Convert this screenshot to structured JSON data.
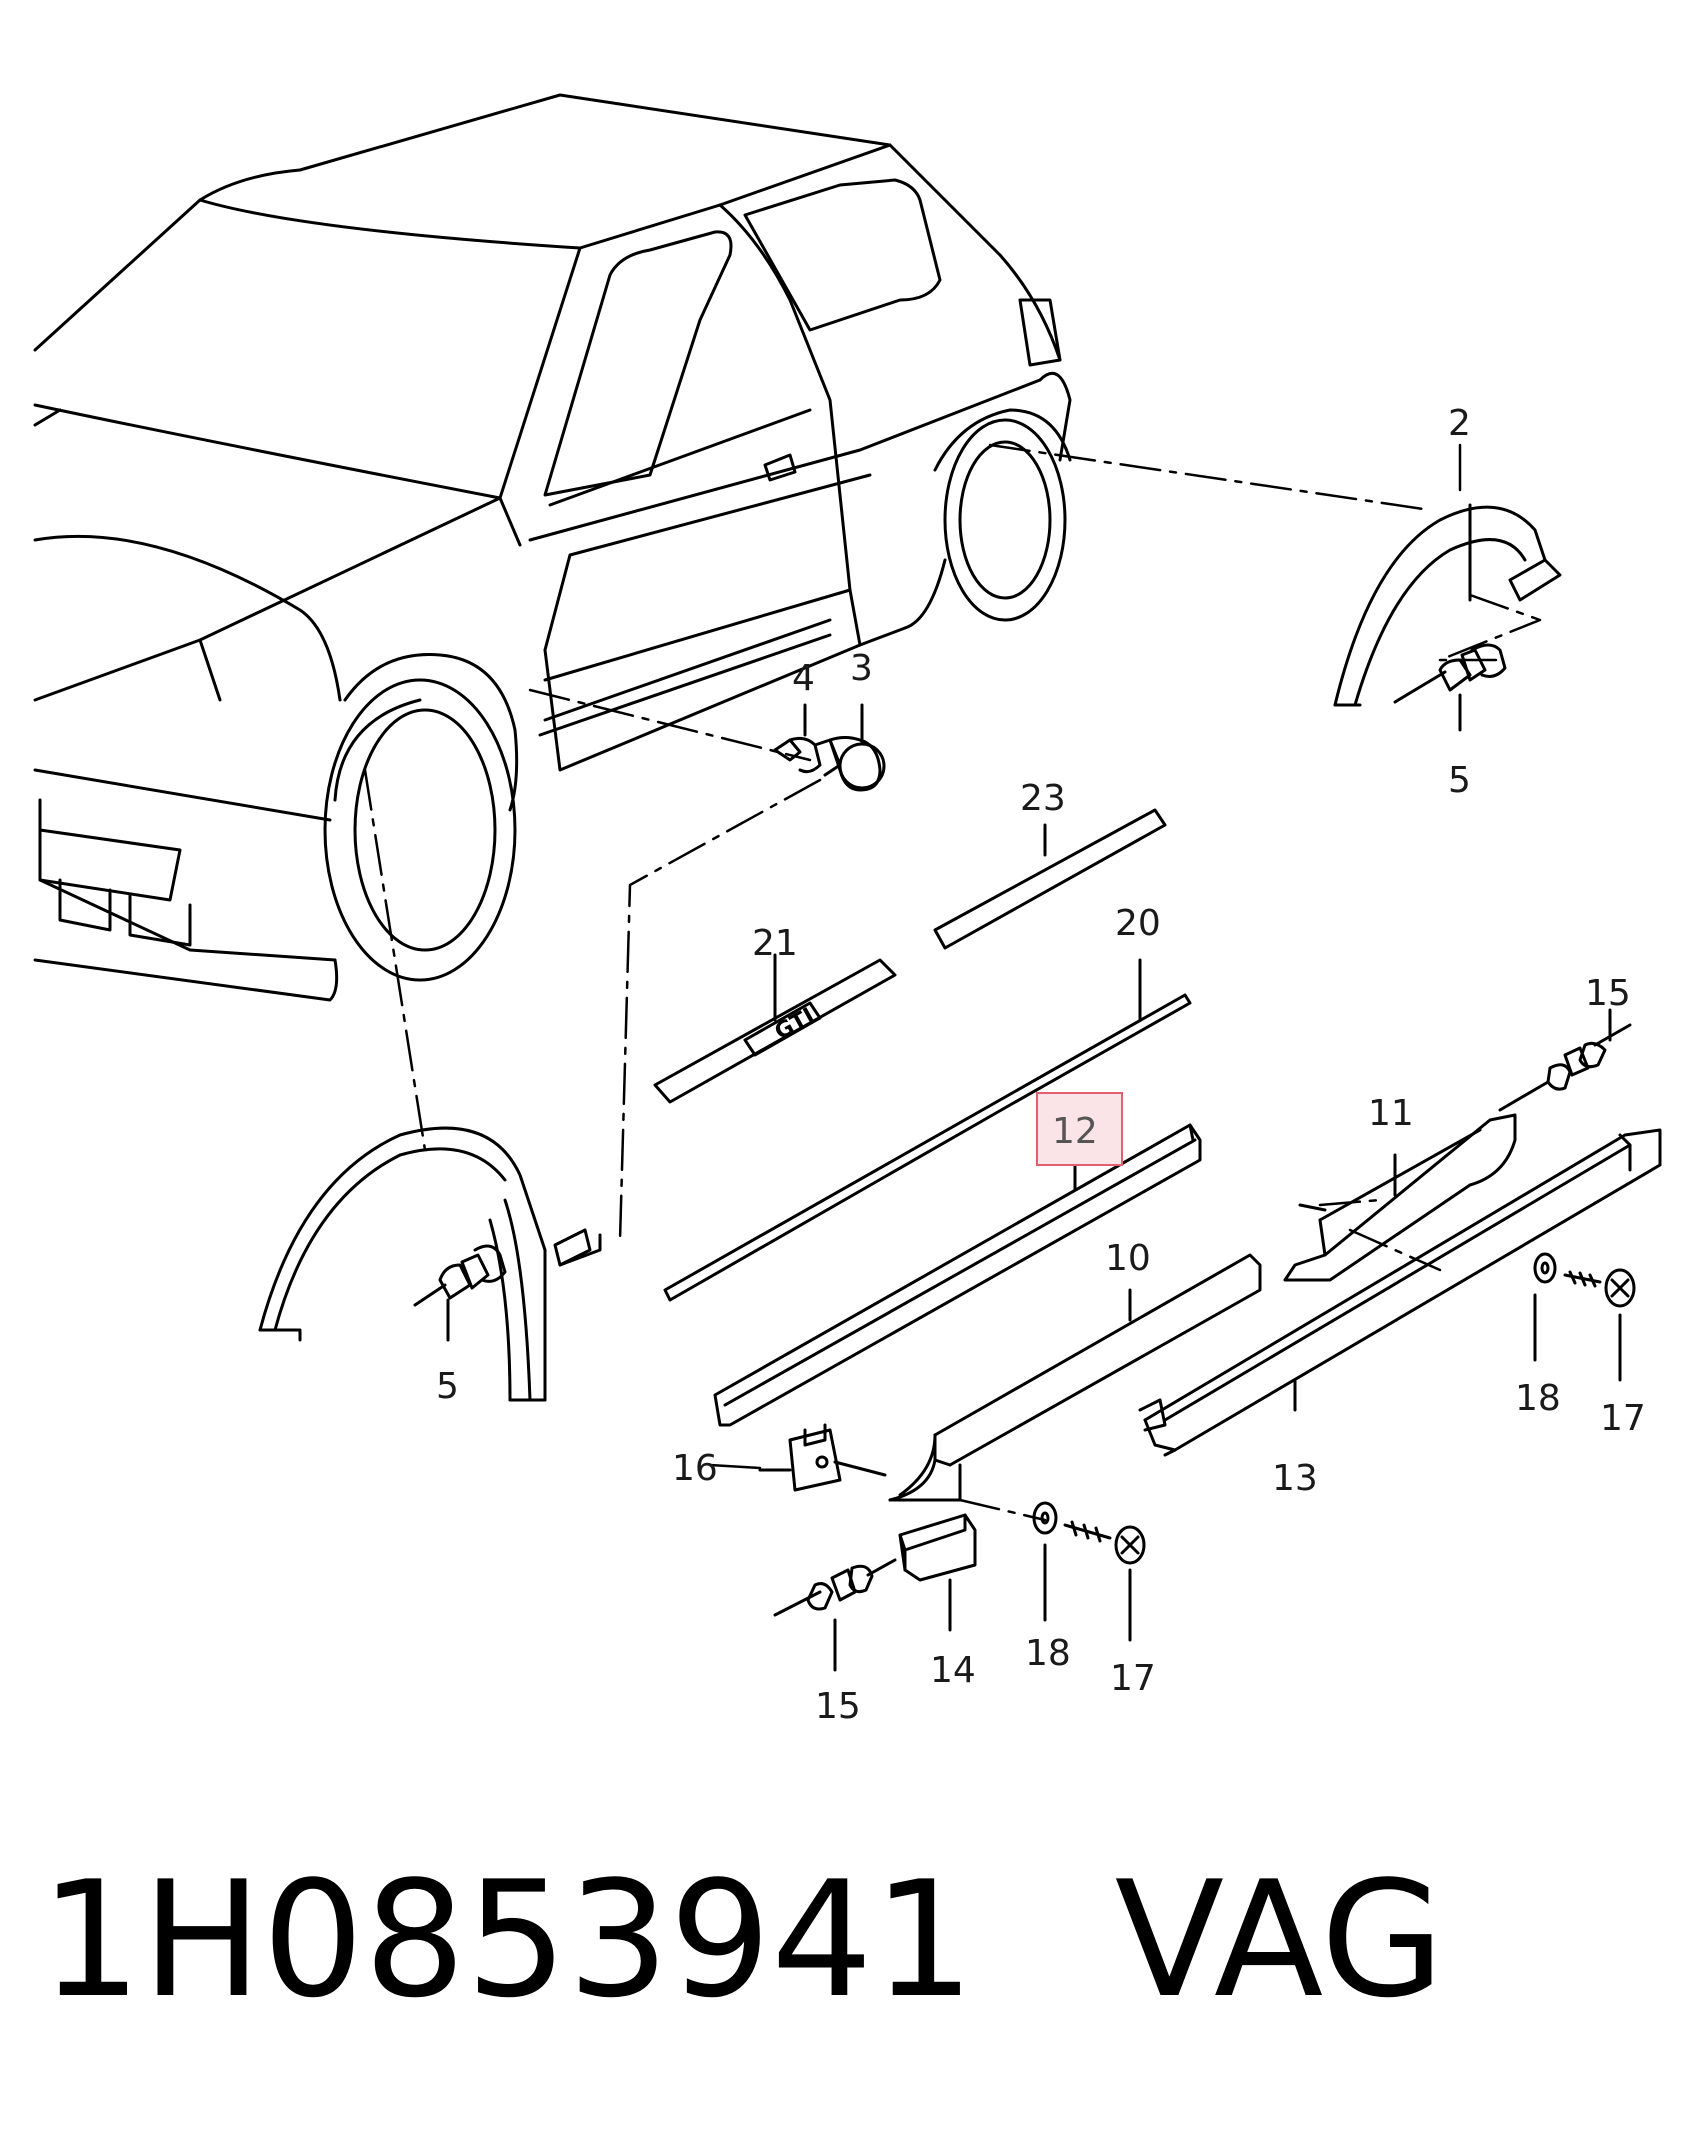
{
  "callouts": [
    {
      "id": "c2",
      "label": "2"
    },
    {
      "id": "c3",
      "label": "3"
    },
    {
      "id": "c4",
      "label": "4"
    },
    {
      "id": "c5a",
      "label": "5"
    },
    {
      "id": "c5b",
      "label": "5"
    },
    {
      "id": "c23",
      "label": "23"
    },
    {
      "id": "c21",
      "label": "21"
    },
    {
      "id": "c20",
      "label": "20"
    },
    {
      "id": "c12",
      "label": "12"
    },
    {
      "id": "c11",
      "label": "11"
    },
    {
      "id": "c15a",
      "label": "15"
    },
    {
      "id": "c10",
      "label": "10"
    },
    {
      "id": "c16",
      "label": "16"
    },
    {
      "id": "c13",
      "label": "13"
    },
    {
      "id": "c18a",
      "label": "18"
    },
    {
      "id": "c17a",
      "label": "17"
    },
    {
      "id": "c14",
      "label": "14"
    },
    {
      "id": "c18b",
      "label": "18"
    },
    {
      "id": "c17b",
      "label": "17"
    },
    {
      "id": "c15b",
      "label": "15"
    }
  ],
  "emblem_text": "GTI",
  "highlight_color": "#e06070",
  "caption": {
    "part_number": "1H0853941",
    "brand": "VAG"
  }
}
